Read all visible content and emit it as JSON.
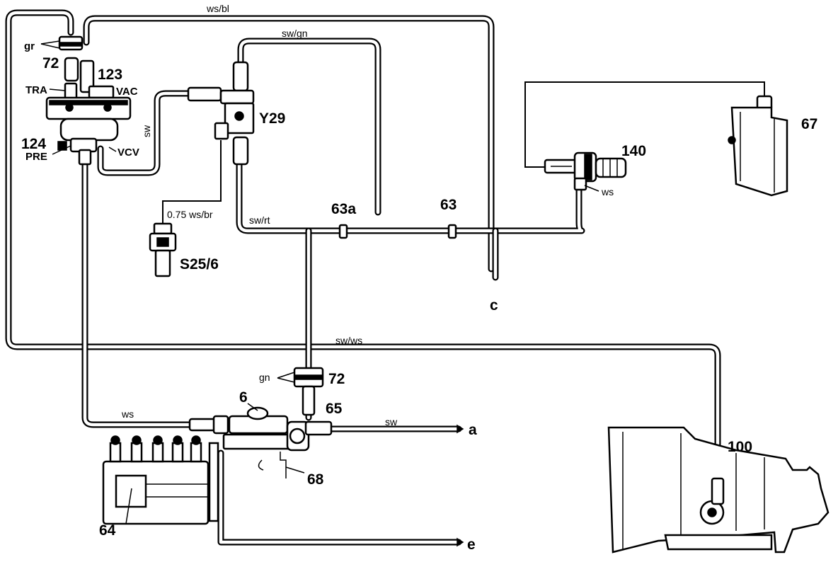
{
  "labels": {
    "ws_bl": "ws/bl",
    "gr": "gr",
    "num72_top": "72",
    "num123": "123",
    "tra": "TRA",
    "vac": "VAC",
    "num124": "124",
    "pre": "PRE",
    "vcv": "VCV",
    "sw_vert": "sw",
    "sw_gn": "sw/gn",
    "y29": "Y29",
    "wire_075": "0.75 ws/br",
    "s25_6": "S25/6",
    "sw_rt": "sw/rt",
    "num63a": "63a",
    "num63": "63",
    "num140": "140",
    "ws_140": "ws",
    "num67": "67",
    "c": "c",
    "sw_ws": "sw/ws",
    "gn": "gn",
    "num72_bottom": "72",
    "num6": "6",
    "num65": "65",
    "ws_bottom": "ws",
    "sw_bottom": "sw",
    "a": "a",
    "num68": "68",
    "num64": "64",
    "e": "e",
    "num100": "100"
  }
}
